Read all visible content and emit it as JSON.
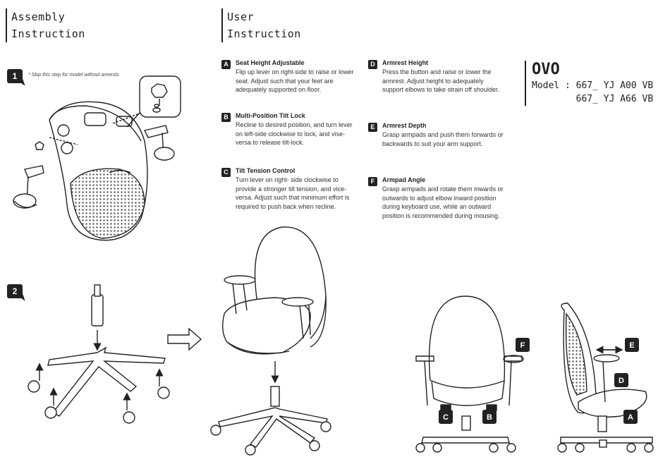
{
  "headings": {
    "assembly_line1": "Assembly",
    "assembly_line2": "Instruction",
    "user_line1": "User",
    "user_line2": "Instruction"
  },
  "steps": {
    "step1": "1",
    "step1_note": "* Skip this step for model without armests.",
    "step2": "2"
  },
  "instructions": [
    {
      "letter": "A",
      "title": "Seat Height Adjustable",
      "body": "Flip up lever on right-side to raise or lower seat. Adjust such that your feet are adequately supported on floor."
    },
    {
      "letter": "B",
      "title": "Multi-Position Tilt Lock",
      "body": "Recline to desired position, and turn lever on left-side clockwise to lock, and vise-versa to release tilt-lock."
    },
    {
      "letter": "C",
      "title": "Tilt Tension Control",
      "body": "Turn lever on right- side clockwise to provide a stronger tilt tension, and vice-versa. Adjust such that minimum effort is required to push back when recline."
    },
    {
      "letter": "D",
      "title": "Armrest Height",
      "body": "Press the button and raise or lower the armrest. Adjust height to adequately support elbows to take strain off shoulder."
    },
    {
      "letter": "E",
      "title": "Armrest Depth",
      "body": "Grasp armpads and push them forwards or backwards to suit your arm support."
    },
    {
      "letter": "F",
      "title": "Armpad Angle",
      "body": "Grasp armpads and rotate them inwards or outwards to adjust elbow inward position during keyboard use, while an outward position is recommended during mousing."
    }
  ],
  "brand": {
    "name": "OVO",
    "model_line1": "Model : 667_ YJ A00 VB",
    "model_line2": "        667_ YJ A66 VB"
  },
  "diagram_labels": {
    "front_c": "C",
    "front_b": "B",
    "front_f": "F",
    "side_e": "E",
    "side_d": "D",
    "side_a": "A"
  }
}
